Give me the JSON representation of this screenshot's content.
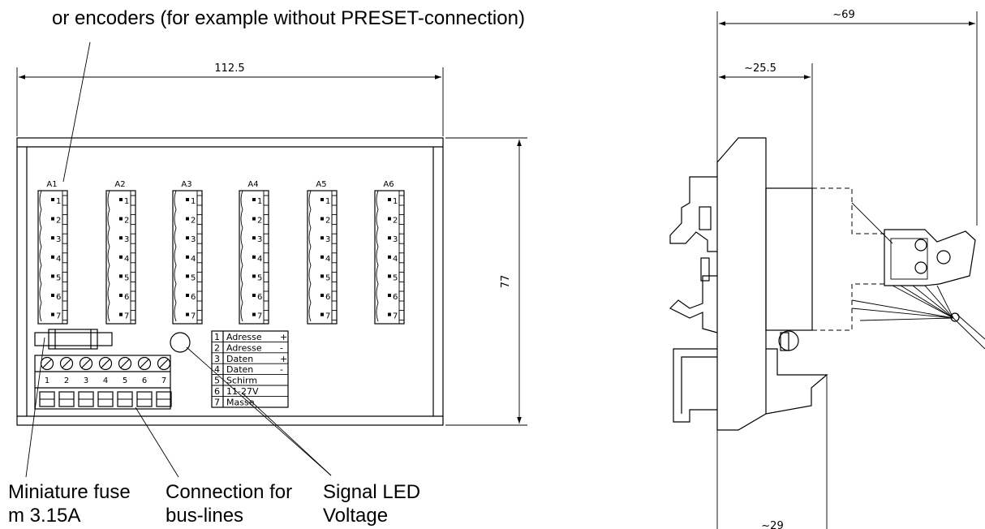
{
  "top_label_line2": "or encoders (for example without PRESET-connection)",
  "dimensions": {
    "width": "112.5",
    "height": "77",
    "depth_total": "~69",
    "depth_a": "~25.5",
    "depth_b": "~29"
  },
  "connectors": [
    "A1",
    "A2",
    "A3",
    "A4",
    "A5",
    "A6"
  ],
  "pins": [
    "1",
    "2",
    "3",
    "4",
    "5",
    "6",
    "7"
  ],
  "terminal_numbers": [
    "1",
    "2",
    "3",
    "4",
    "5",
    "6",
    "7"
  ],
  "terminal_table": [
    {
      "num": "1",
      "name": "Adresse",
      "sign": "+"
    },
    {
      "num": "2",
      "name": "Adresse",
      "sign": "-"
    },
    {
      "num": "3",
      "name": "Daten",
      "sign": "+"
    },
    {
      "num": "4",
      "name": "Daten",
      "sign": "-"
    },
    {
      "num": "5",
      "name": "Schirm",
      "sign": ""
    },
    {
      "num": "6",
      "name": "11-27V",
      "sign": ""
    },
    {
      "num": "7",
      "name": "Masse",
      "sign": ""
    }
  ],
  "callouts": {
    "fuse_line1": "Miniature fuse",
    "fuse_line2": "m 3.15A",
    "bus_line1": "Connection for",
    "bus_line2": "bus-lines",
    "led_line1": "Signal LED",
    "led_line2": "Voltage"
  }
}
